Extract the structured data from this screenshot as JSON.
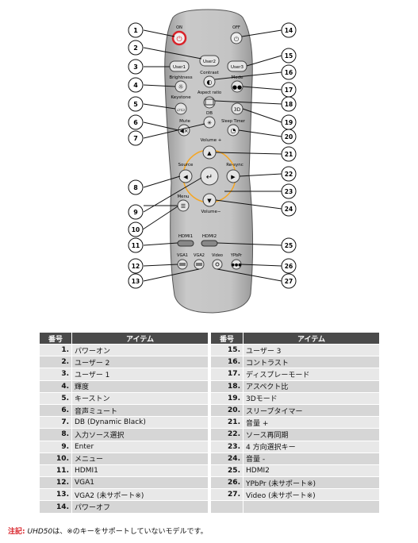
{
  "remote": {
    "labels": {
      "on": "ON",
      "off": "OFF",
      "user2": "User2",
      "user1": "User1",
      "user3": "User3",
      "brightness": "Brightness",
      "contrast": "Contrast",
      "mode": "Mode",
      "keystone": "Keystone",
      "aspect_ratio": "Aspect ratio",
      "threed": "3D",
      "db": "DB",
      "mute": "Mute",
      "sleep_timer": "Sleep Timer",
      "volume_plus": "Volume +",
      "source": "Source",
      "resync": "Re-sync",
      "volume_minus": "Volume−",
      "menu": "Menu",
      "hdmi1": "HDMI1",
      "hdmi2": "HDMI2",
      "vga1": "VGA1",
      "vga2": "VGA2",
      "video": "Video",
      "ypbpr": "YPbPr"
    },
    "callouts": [
      "1",
      "2",
      "3",
      "4",
      "5",
      "6",
      "7",
      "8",
      "9",
      "10",
      "11",
      "12",
      "13",
      "14",
      "15",
      "16",
      "17",
      "18",
      "19",
      "20",
      "21",
      "22",
      "23",
      "24",
      "25",
      "26",
      "27"
    ]
  },
  "table": {
    "header_num": "番号",
    "header_item": "アイテム",
    "left": [
      {
        "num": "1.",
        "item": "パワーオン"
      },
      {
        "num": "2.",
        "item": "ユーザー 2"
      },
      {
        "num": "3.",
        "item": "ユーザー 1"
      },
      {
        "num": "4.",
        "item": "輝度"
      },
      {
        "num": "5.",
        "item": "キーストン"
      },
      {
        "num": "6.",
        "item": "音声ミュート"
      },
      {
        "num": "7.",
        "item": "DB (Dynamic Black)"
      },
      {
        "num": "8.",
        "item": "入力ソース選択"
      },
      {
        "num": "9.",
        "item": "Enter"
      },
      {
        "num": "10.",
        "item": "メニュー"
      },
      {
        "num": "11.",
        "item": "HDMI1"
      },
      {
        "num": "12.",
        "item": "VGA1"
      },
      {
        "num": "13.",
        "item": "VGA2 (未サポート※)"
      },
      {
        "num": "14.",
        "item": "パワーオフ"
      }
    ],
    "right": [
      {
        "num": "15.",
        "item": "ユーザー 3"
      },
      {
        "num": "16.",
        "item": "コントラスト"
      },
      {
        "num": "17.",
        "item": "ディスプレーモード"
      },
      {
        "num": "18.",
        "item": "アスペクト比"
      },
      {
        "num": "19.",
        "item": "3Dモード"
      },
      {
        "num": "20.",
        "item": "スリープタイマー"
      },
      {
        "num": "21.",
        "item": "音量 +"
      },
      {
        "num": "22.",
        "item": "ソース再同期"
      },
      {
        "num": "23.",
        "item": "4 方向選択キー"
      },
      {
        "num": "24.",
        "item": "音量 -"
      },
      {
        "num": "25.",
        "item": "HDMI2"
      },
      {
        "num": "26.",
        "item": "YPbPr (未サポート※)"
      },
      {
        "num": "27.",
        "item": "Video (未サポート※)"
      },
      {
        "num": "",
        "item": ""
      }
    ]
  },
  "note": {
    "label": "注記:",
    "model": "UHD50",
    "text": "は、※のキーをサポートしていないモデルです。"
  },
  "colors": {
    "remote_body": "#bfbfbf",
    "power_ring": "#d9232a",
    "table_header": "#4a4a4a",
    "note_label": "#d9232a"
  }
}
